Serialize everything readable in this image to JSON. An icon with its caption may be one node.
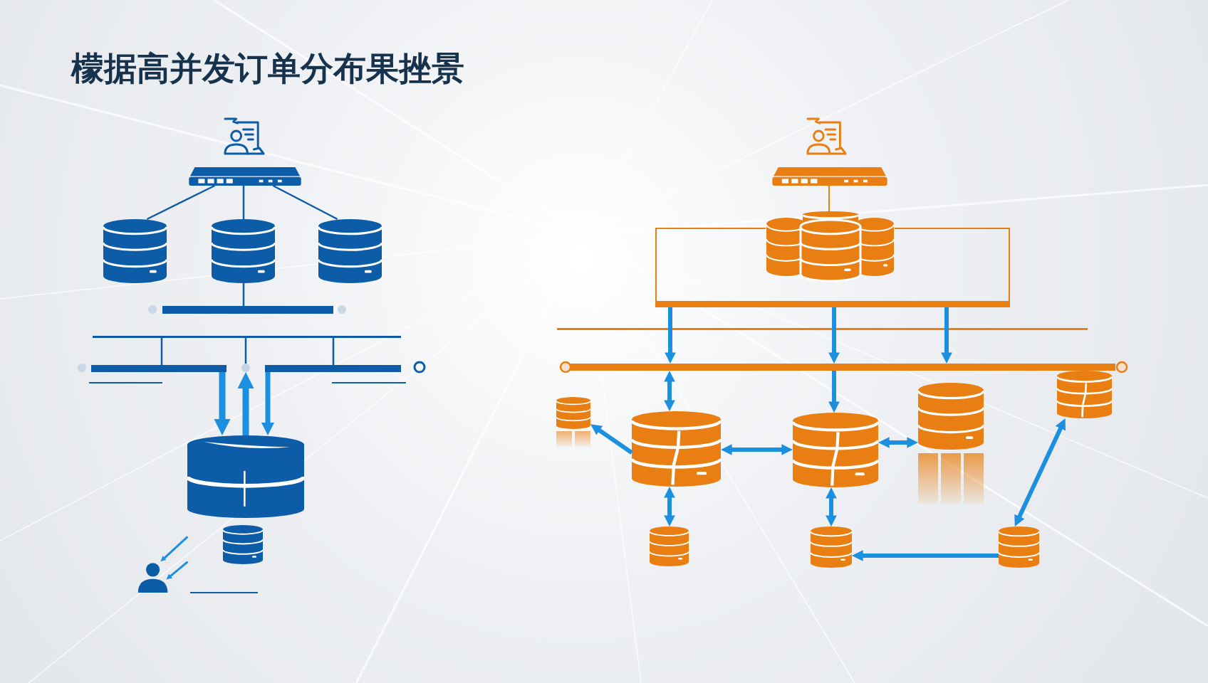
{
  "diagram": {
    "title": "檬据高并发订单分布果挫景",
    "nodes": [
      {
        "text": [],
        "shape": "picture"
      },
      {
        "text": [],
        "shape": "box"
      },
      {
        "text": [],
        "shape": "cylinder"
      },
      {
        "text": [],
        "shape": "cylinder"
      },
      {
        "text": [],
        "shape": "cylinder"
      },
      {
        "text": [],
        "shape": "bar"
      },
      {
        "text": [],
        "shape": "bar"
      },
      {
        "text": [],
        "shape": "bar"
      },
      {
        "text": [],
        "shape": "circle"
      },
      {
        "text": [],
        "shape": "bar"
      },
      {
        "text": [],
        "shape": "cylinder"
      },
      {
        "text": [],
        "shape": "cylinder"
      },
      {
        "text": [],
        "shape": "person"
      },
      {
        "text": [],
        "shape": "picture"
      },
      {
        "text": [],
        "shape": "box"
      },
      {
        "text": [],
        "shape": "cylinder"
      },
      {
        "text": [],
        "shape": "box"
      },
      {
        "text": [],
        "shape": "bar"
      },
      {
        "text": [],
        "shape": "bar"
      },
      {
        "text": [],
        "shape": "cylinder"
      },
      {
        "text": [],
        "shape": "cylinder"
      },
      {
        "text": [],
        "shape": "cylinder"
      },
      {
        "text": [],
        "shape": "cylinder"
      },
      {
        "text": [],
        "shape": "cylinder"
      },
      {
        "text": [],
        "shape": "cylinder"
      },
      {
        "text": [],
        "shape": "cylinder"
      },
      {
        "text": [],
        "shape": "cylinder"
      }
    ],
    "edges": [
      {
        "from": 1,
        "to": 2,
        "arrow": "none",
        "color": "#0d5ca8"
      },
      {
        "from": 1,
        "to": 3,
        "arrow": "none",
        "color": "#0d5ca8"
      },
      {
        "from": 1,
        "to": 4,
        "arrow": "none",
        "color": "#0d5ca8"
      },
      {
        "from": 3,
        "to": 5,
        "arrow": "none",
        "color": "#0d5ca8"
      },
      {
        "from": 6,
        "to": 7,
        "arrow": "none",
        "color": "#0d5ca8"
      },
      {
        "from": 6,
        "to": 8,
        "arrow": "none",
        "color": "#0d5ca8"
      },
      {
        "from": 6,
        "to": 9,
        "arrow": "none",
        "color": "#0d5ca8"
      },
      {
        "from": 7,
        "to": 10,
        "arrow": "to"
      },
      {
        "from": 10,
        "to": 8,
        "arrow": "to"
      },
      {
        "from": 9,
        "to": 10,
        "arrow": "to"
      },
      {
        "from": null,
        "to": 12,
        "arrow": "to"
      },
      {
        "from": null,
        "to": 12,
        "arrow": "to"
      },
      {
        "from": 14,
        "to": 15,
        "arrow": "none",
        "color": "#e97f12"
      },
      {
        "from": 16,
        "to": 18,
        "arrow": "to"
      },
      {
        "from": 16,
        "to": 18,
        "arrow": "to"
      },
      {
        "from": 16,
        "to": 18,
        "arrow": "to"
      },
      {
        "from": 18,
        "to": 20,
        "arrow": "both"
      },
      {
        "from": 18,
        "to": 21,
        "arrow": "to"
      },
      {
        "from": 20,
        "to": 19,
        "arrow": "to"
      },
      {
        "from": 20,
        "to": 21,
        "arrow": "both"
      },
      {
        "from": 21,
        "to": 22,
        "arrow": "both"
      },
      {
        "from": 20,
        "to": 24,
        "arrow": "both"
      },
      {
        "from": 21,
        "to": 25,
        "arrow": "both"
      },
      {
        "from": 26,
        "to": 25,
        "arrow": "to"
      },
      {
        "from": 26,
        "to": 23,
        "arrow": "both"
      }
    ]
  }
}
